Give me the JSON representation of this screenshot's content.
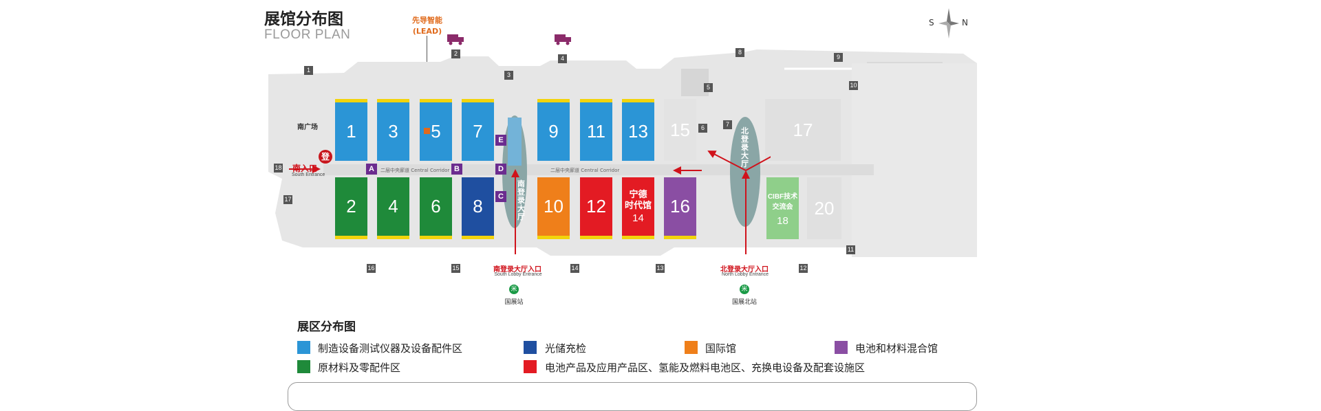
{
  "header": {
    "title_cn": "展馆分布图",
    "title_en": "FLOOR PLAN"
  },
  "compass": {
    "south": "S",
    "north": "N"
  },
  "callout": {
    "name": "先导智能",
    "sub": "(LEAD)"
  },
  "halls": {
    "h1": "1",
    "h2": "2",
    "h3": "3",
    "h4": "4",
    "h5": "5",
    "h6": "6",
    "h7": "7",
    "h8": "8",
    "h9": "9",
    "h10": "10",
    "h11": "11",
    "h12": "12",
    "h13": "13",
    "h14_name_1": "宁德",
    "h14_name_2": "时代馆",
    "h14": "14",
    "h15": "15",
    "h16": "16",
    "h17": "17",
    "h18_name_1": "CIBF技术",
    "h18_name_2": "交流会",
    "h18": "18",
    "h20": "20"
  },
  "gates": [
    "1",
    "2",
    "3",
    "4",
    "5",
    "6",
    "7",
    "8",
    "9",
    "10",
    "11",
    "12",
    "13",
    "14",
    "15",
    "16",
    "17",
    "18"
  ],
  "letters": {
    "a": "A",
    "b": "B",
    "c": "C",
    "d": "D",
    "e": "E"
  },
  "labels": {
    "south_plaza": "南广场",
    "south_entrance": "南入口",
    "south_entrance_en": "South Entrance",
    "register": "登",
    "corridor_1": "二层中央廊道 Central Corridor",
    "corridor_2": "二层中央廊道 Central Corridor",
    "south_lobby": "南登录大厅",
    "north_lobby": "北登录大厅",
    "south_lobby_entrance": "南登录大厅入口",
    "south_lobby_entrance_en": "South Lobby Entrance",
    "north_lobby_entrance": "北登录大厅入口",
    "north_lobby_entrance_en": "North Lobby Entrance",
    "metro_1": "国展站",
    "metro_2": "国展北站",
    "metro_icon": "米"
  },
  "legend": {
    "title": "展区分布图",
    "items": [
      {
        "label": "制造设备测试仪器及设备配件区",
        "color": "#2b95d6"
      },
      {
        "label": "光储充检",
        "color": "#1f4fa0"
      },
      {
        "label": "国际馆",
        "color": "#ef7f1a"
      },
      {
        "label": "电池和材料混合馆",
        "color": "#8a4ea3"
      },
      {
        "label": "原材料及零配件区",
        "color": "#1f8a3a"
      },
      {
        "label": "电池产品及应用产品区、氢能及燃料电池区、充换电设备及配套设施区",
        "color": "#e31b23"
      }
    ]
  }
}
